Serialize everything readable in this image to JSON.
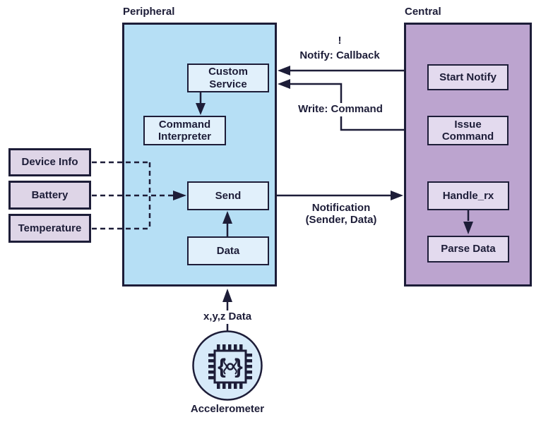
{
  "peripheral": {
    "title": "Peripheral",
    "custom_service": "Custom\nService",
    "command_interpreter": "Command\nInterpreter",
    "send": "Send",
    "data": "Data"
  },
  "central": {
    "title": "Central",
    "start_notify": "Start Notify",
    "issue_command": "Issue\nCommand",
    "handle_rx": "Handle_rx",
    "parse_data": "Parse Data"
  },
  "services": {
    "device_info": "Device Info",
    "battery": "Battery",
    "temperature": "Temperature"
  },
  "flows": {
    "notify_bang": "!",
    "notify_callback": "Notify: Callback",
    "write_command": "Write: Command",
    "notification": "Notification\n(Sender, Data)",
    "xyz_data": "x,y,z Data"
  },
  "sensor": {
    "label": "Accelerometer"
  },
  "colors": {
    "ink": "#1d1d38",
    "peripheral_fill": "#b6dff5",
    "peripheral_node_fill": "#e1f0fb",
    "central_fill": "#bca4cf",
    "central_node_fill": "#e3daee",
    "service_node_fill": "#ded5e7",
    "sensor_circle_fill": "#d7eaf9",
    "background": "#ffffff"
  }
}
